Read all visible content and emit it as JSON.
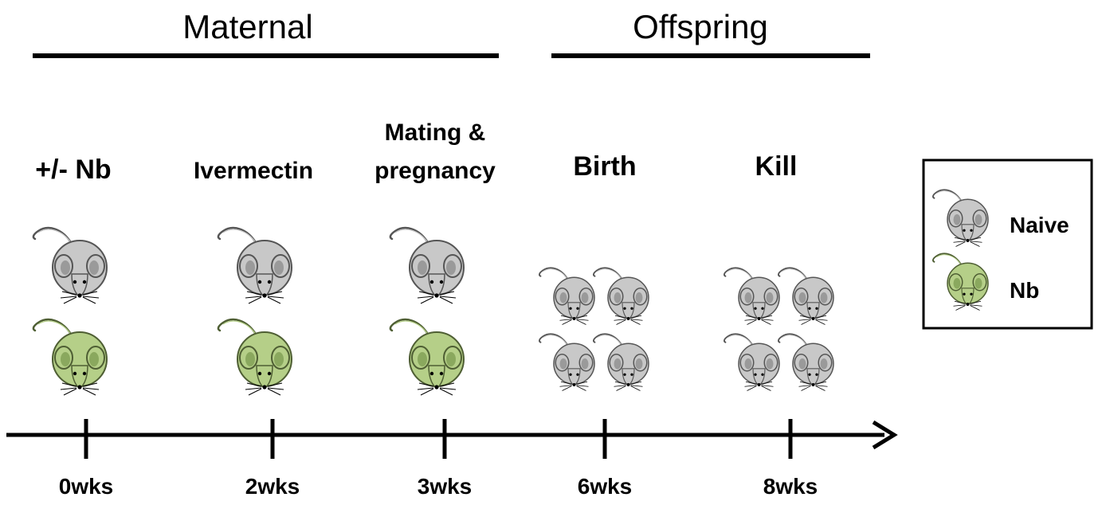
{
  "phases": {
    "maternal": "Maternal",
    "offspring": "Offspring"
  },
  "events": {
    "nb": "+/- Nb",
    "ivermectin": "Ivermectin",
    "mating_line1": "Mating &",
    "mating_line2": "pregnancy",
    "birth": "Birth",
    "kill": "Kill"
  },
  "timeline": {
    "ticks": [
      "0wks",
      "2wks",
      "3wks",
      "6wks",
      "8wks"
    ]
  },
  "legend": {
    "naive": "Naive",
    "nb": "Nb"
  },
  "colors": {
    "naive_fill": "#c8c8c8",
    "naive_stroke": "#555555",
    "nb_fill": "#b5cf88",
    "nb_stroke": "#4e5e33",
    "line": "#000000"
  },
  "icons": {
    "naive": "mouse-icon",
    "nb": "mouse-icon"
  }
}
